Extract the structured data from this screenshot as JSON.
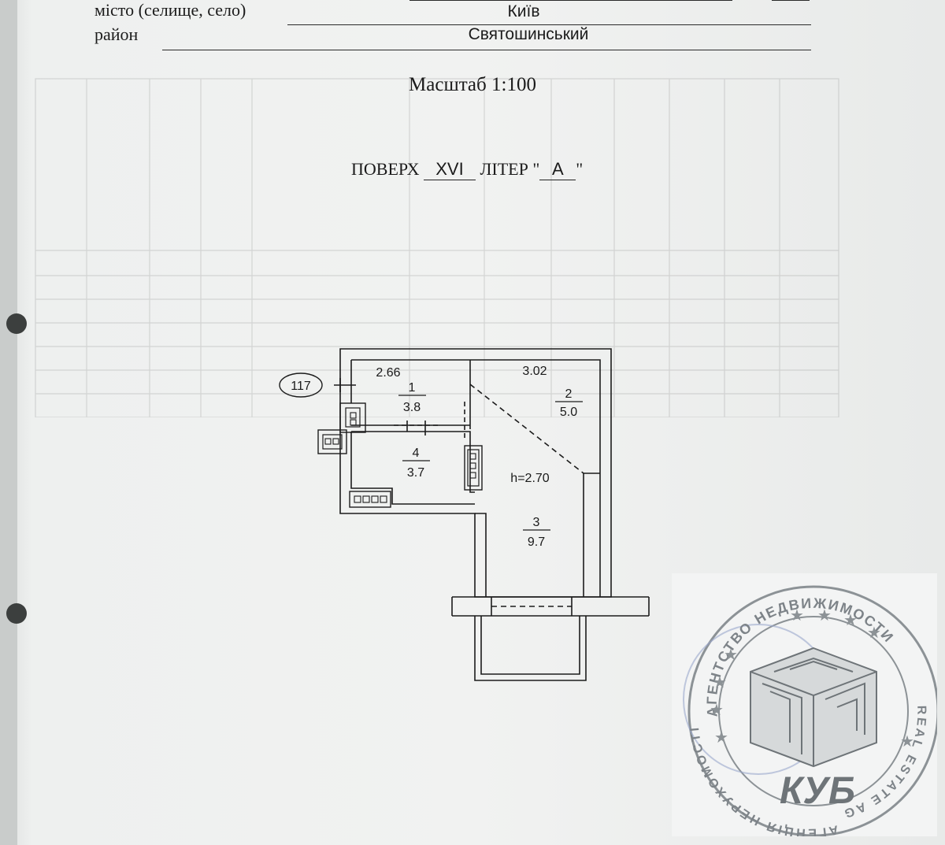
{
  "header": {
    "city_label": "місто (селище, село)",
    "city_value": "Київ",
    "district_label": "район",
    "district_value": "Святошинський"
  },
  "scale_text": "Масштаб 1:100",
  "floor": {
    "floor_label": "ПОВЕРХ",
    "floor_value": "XVI",
    "letter_label": "ЛІТЕР",
    "letter_value": "А",
    "quote_open": "\"",
    "quote_close": "\""
  },
  "plan": {
    "apartment_number": "117",
    "dims": {
      "top_left": "2.66",
      "top_right": "3.02"
    },
    "ceiling_height": "h=2.70",
    "rooms": [
      {
        "number": "1",
        "area": "3.8"
      },
      {
        "number": "2",
        "area": "5.0"
      },
      {
        "number": "3",
        "area": "9.7"
      },
      {
        "number": "4",
        "area": "3.7"
      }
    ]
  },
  "stamp": {
    "ring_top": "АГЕНТСТВО НЕДВИЖИМОСТИ",
    "ring_right": "REAL ESTATE AGENCY",
    "ring_left": "АГЕНЦІЯ НЕРУХОМОСТІ",
    "logo": "КУБ",
    "colors": {
      "logo": "#6e7478",
      "ring": "#8c9296"
    }
  }
}
